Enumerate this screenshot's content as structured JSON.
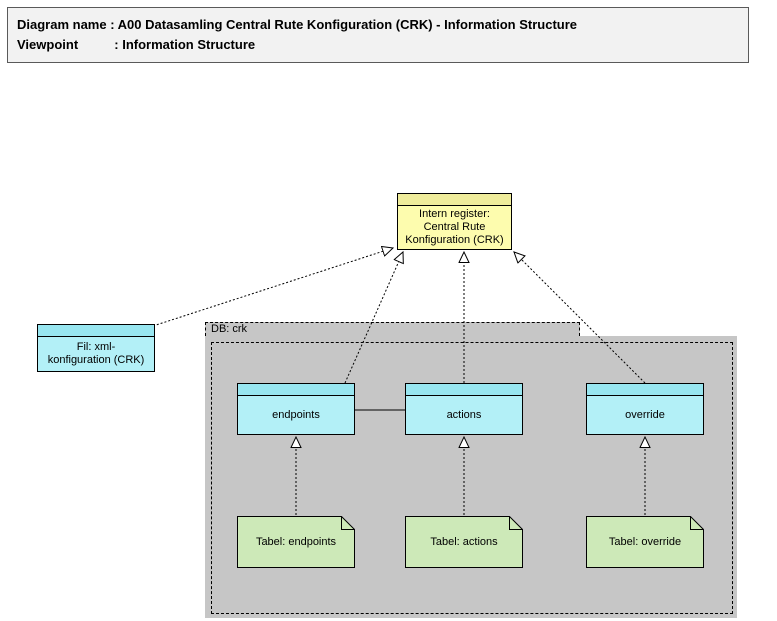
{
  "header": {
    "line1": "Diagram name : A00 Datasamling Central Rute Konfiguration (CRK) - Information Structure",
    "line2": "Viewpoint          : Information Structure"
  },
  "colors": {
    "business_fill": "#fdfcae",
    "business_strip": "#efec9b",
    "application_fill": "#b3f0f7",
    "application_strip": "#98e6f0",
    "technology_fill": "#cde9b8",
    "grouping_fill": "#c6c6c6",
    "header_fill": "#f2f2f2",
    "line_color": "#000000"
  },
  "nodes": {
    "intern_register": {
      "label": "Intern register:\nCentral Rute\nKonfiguration (CRK)"
    },
    "fil_xml": {
      "label": "Fil: xml-\nkonfiguration (CRK)"
    },
    "db_group": {
      "label": "DB: crk"
    },
    "endpoints": {
      "label": "endpoints"
    },
    "actions": {
      "label": "actions"
    },
    "override": {
      "label": "override"
    },
    "tabel_endpoints": {
      "label": "Tabel: endpoints"
    },
    "tabel_actions": {
      "label": "Tabel: actions"
    },
    "tabel_override": {
      "label": "Tabel: override"
    }
  }
}
